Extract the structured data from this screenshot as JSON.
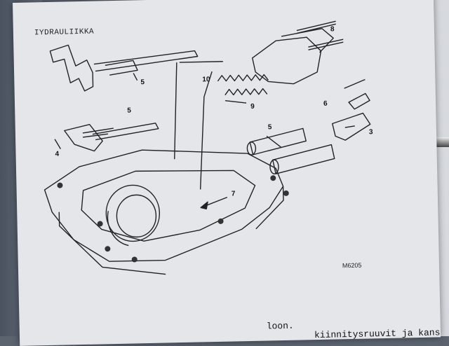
{
  "document": {
    "header": "IYDRAULIIKKA",
    "figure_code": "M6205",
    "callouts": {
      "c5_top": "5",
      "c5_mid": "5",
      "c5_right": "5",
      "c4": "4",
      "c10": "10",
      "c8": "8",
      "c9": "9",
      "c6": "6",
      "c3": "3",
      "c7": "7"
    },
    "body_lines": [
      "loon.",
      "kiinnitysruuvit ja kansi"
    ]
  }
}
